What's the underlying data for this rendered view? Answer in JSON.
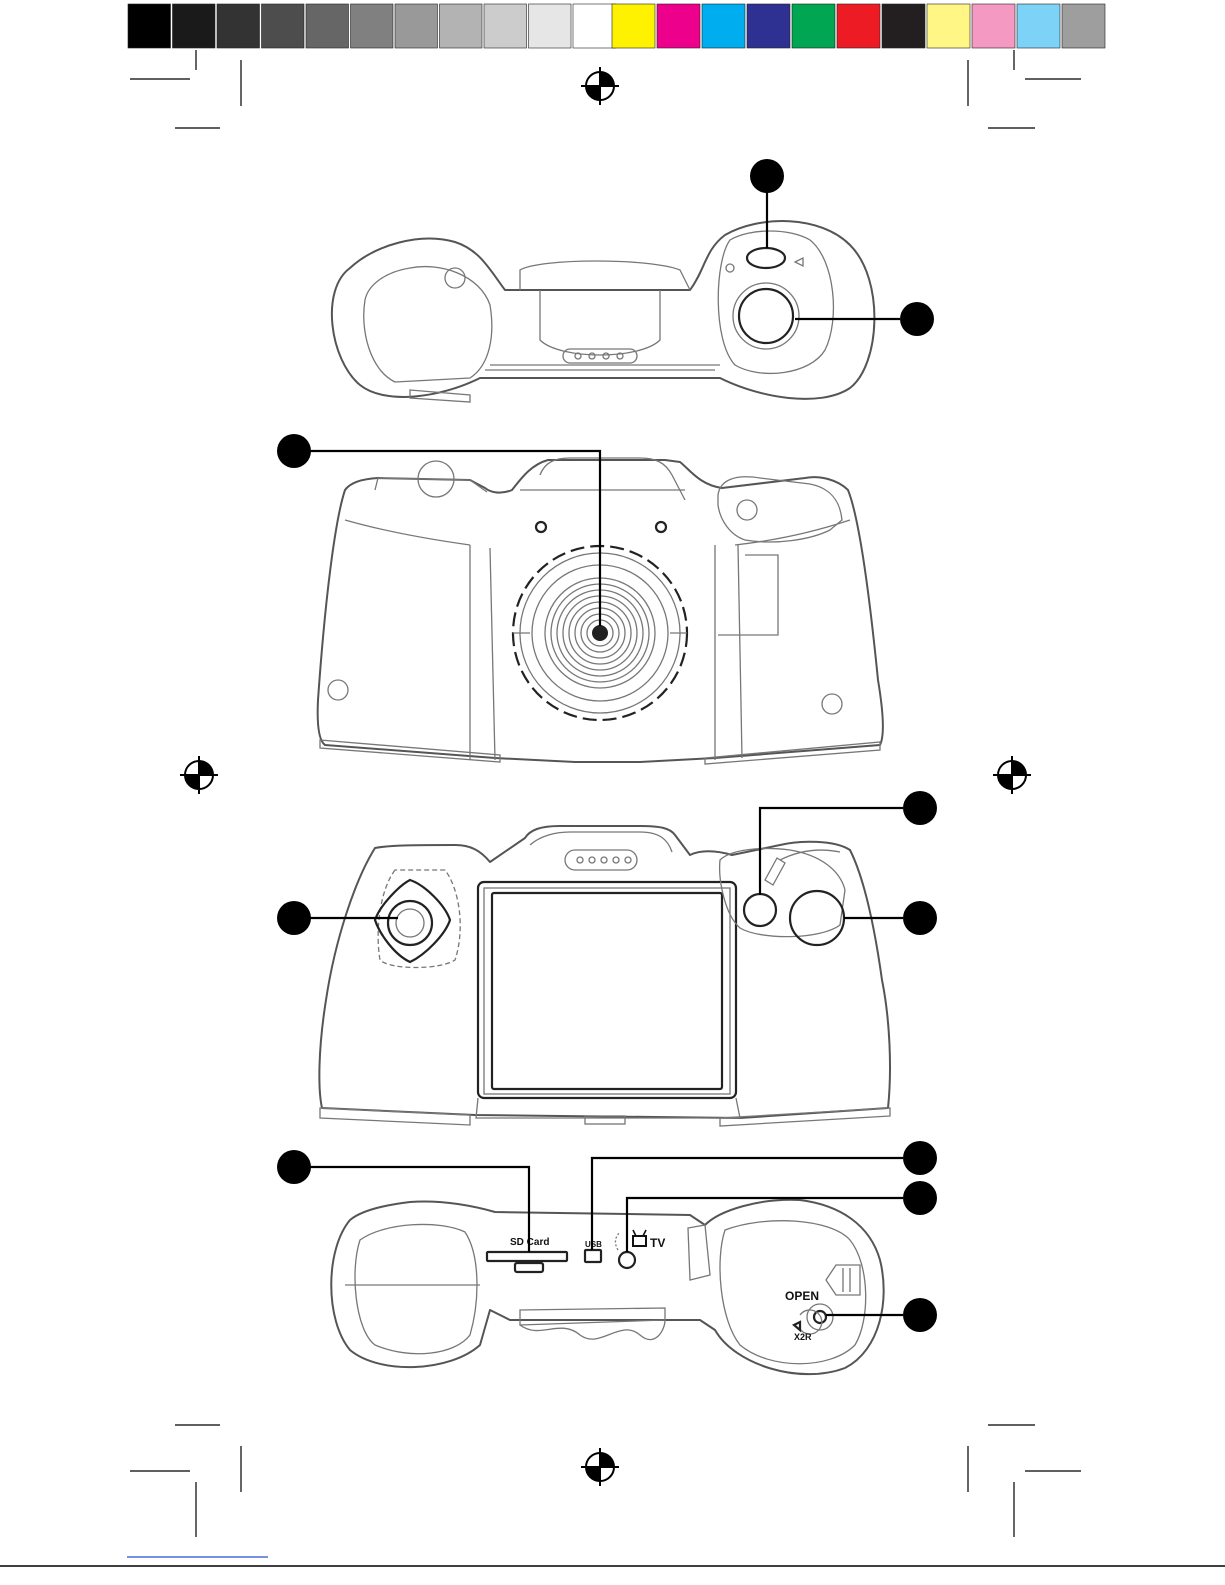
{
  "palette": {
    "grays": [
      "#000000",
      "#1a1a1a",
      "#333333",
      "#4d4d4d",
      "#666666",
      "#808080",
      "#999999",
      "#b3b3b3",
      "#cccccc",
      "#e6e6e6",
      "#ffffff"
    ],
    "colors": [
      "#fff200",
      "#ec008c",
      "#00aeef",
      "#2e3192",
      "#00a651",
      "#ed1c24",
      "#231f20",
      "#fff685",
      "#f49ac2",
      "#7dd3f7",
      "#9e9e9e"
    ]
  },
  "ports": {
    "sd_card": "SD Card",
    "usb": "USB",
    "tv": "TV",
    "open": "OPEN",
    "x2r": "X2R"
  },
  "icons": {
    "registration": "registration-mark-icon",
    "tv": "tv-icon",
    "flash": "flash-icon",
    "power": "power-icon"
  }
}
